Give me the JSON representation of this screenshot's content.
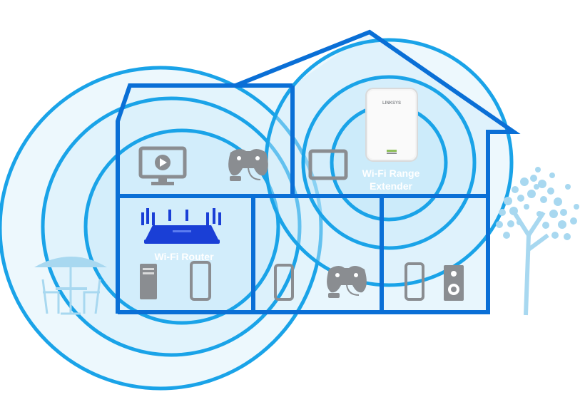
{
  "labels": {
    "router": "Wi-Fi Router",
    "extender_line1": "Wi-Fi Range",
    "extender_line2": "Extender",
    "extender_brand": "LINKSYS"
  },
  "colors": {
    "house_outline": "#0a6fd6",
    "wave_stroke": "#1aa3e8",
    "wave_fill": "#cfeefb",
    "device_gray": "#8a8d91",
    "router_blue": "#1a3fd6",
    "label_white": "#ffffff",
    "tree": "#a8d8f0"
  },
  "icons": {
    "tv": "tv-play-icon",
    "game_controller": "game-controller-icon",
    "tablet": "tablet-icon",
    "desktop_tower": "desktop-tower-icon",
    "smartphone": "smartphone-icon",
    "speaker": "speaker-icon",
    "router": "router-icon",
    "extender": "range-extender-icon",
    "tree": "tree-icon",
    "patio": "patio-umbrella-table-icon"
  }
}
